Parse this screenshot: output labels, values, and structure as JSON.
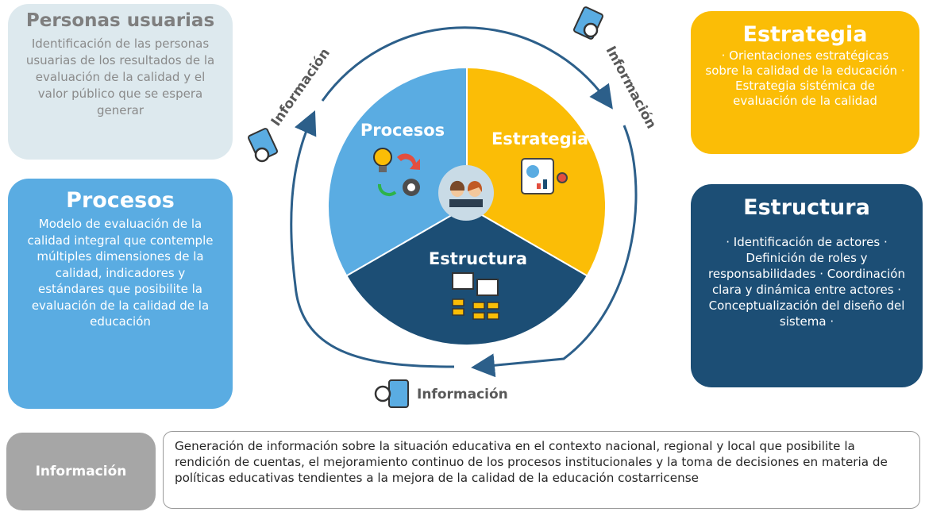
{
  "boxes": {
    "usuarios": {
      "title": "Personas usuarias",
      "text": "Identificación de las personas usuarias de los resultados de la evaluación de la calidad y el valor público que se espera generar"
    },
    "procesos": {
      "title": "Procesos",
      "text": "Modelo de evaluación de la calidad integral que contemple múltiples dimensiones de la calidad, indicadores y estándares que posibilite la evaluación de la calidad de la educación"
    },
    "estrategia": {
      "title": "Estrategia",
      "text": "· Orientaciones estratégicas sobre la calidad de la educación · Estrategia sistémica de evaluación de la calidad"
    },
    "estructura": {
      "title": "Estructura",
      "text": "· Identificación de actores · Definición de roles y responsabilidades · Coordinación clara y dinámica entre actores · Conceptualización del diseño del sistema ·"
    }
  },
  "cycle": {
    "segments": {
      "procesos": "Procesos",
      "estrategia": "Estrategia",
      "estructura": "Estructura"
    },
    "info_labels": {
      "left": "Información",
      "right": "Información",
      "bottom": "Información"
    }
  },
  "information": {
    "label": "Información",
    "text": "Generación de información sobre la situación educativa en el contexto nacional, regional y local que posibilite la rendición de cuentas, el mejoramiento continuo de los procesos institucionales y la toma de decisiones en materia de políticas educativas tendientes a la mejora de la calidad de la educación costarricense"
  },
  "colors": {
    "procesos": "#5aace2",
    "estrategia": "#fbbd06",
    "estructura": "#1c4e75",
    "usuarios_bg": "#dde9ee",
    "info_gray": "#a6a6a6",
    "center_circle": "#c9dbe6"
  },
  "icons": [
    "lightbulb-icon",
    "refresh-arrow-icon",
    "gear-icon",
    "presentation-chart-icon",
    "people-icon",
    "org-chart-icon",
    "search-document-icon"
  ]
}
